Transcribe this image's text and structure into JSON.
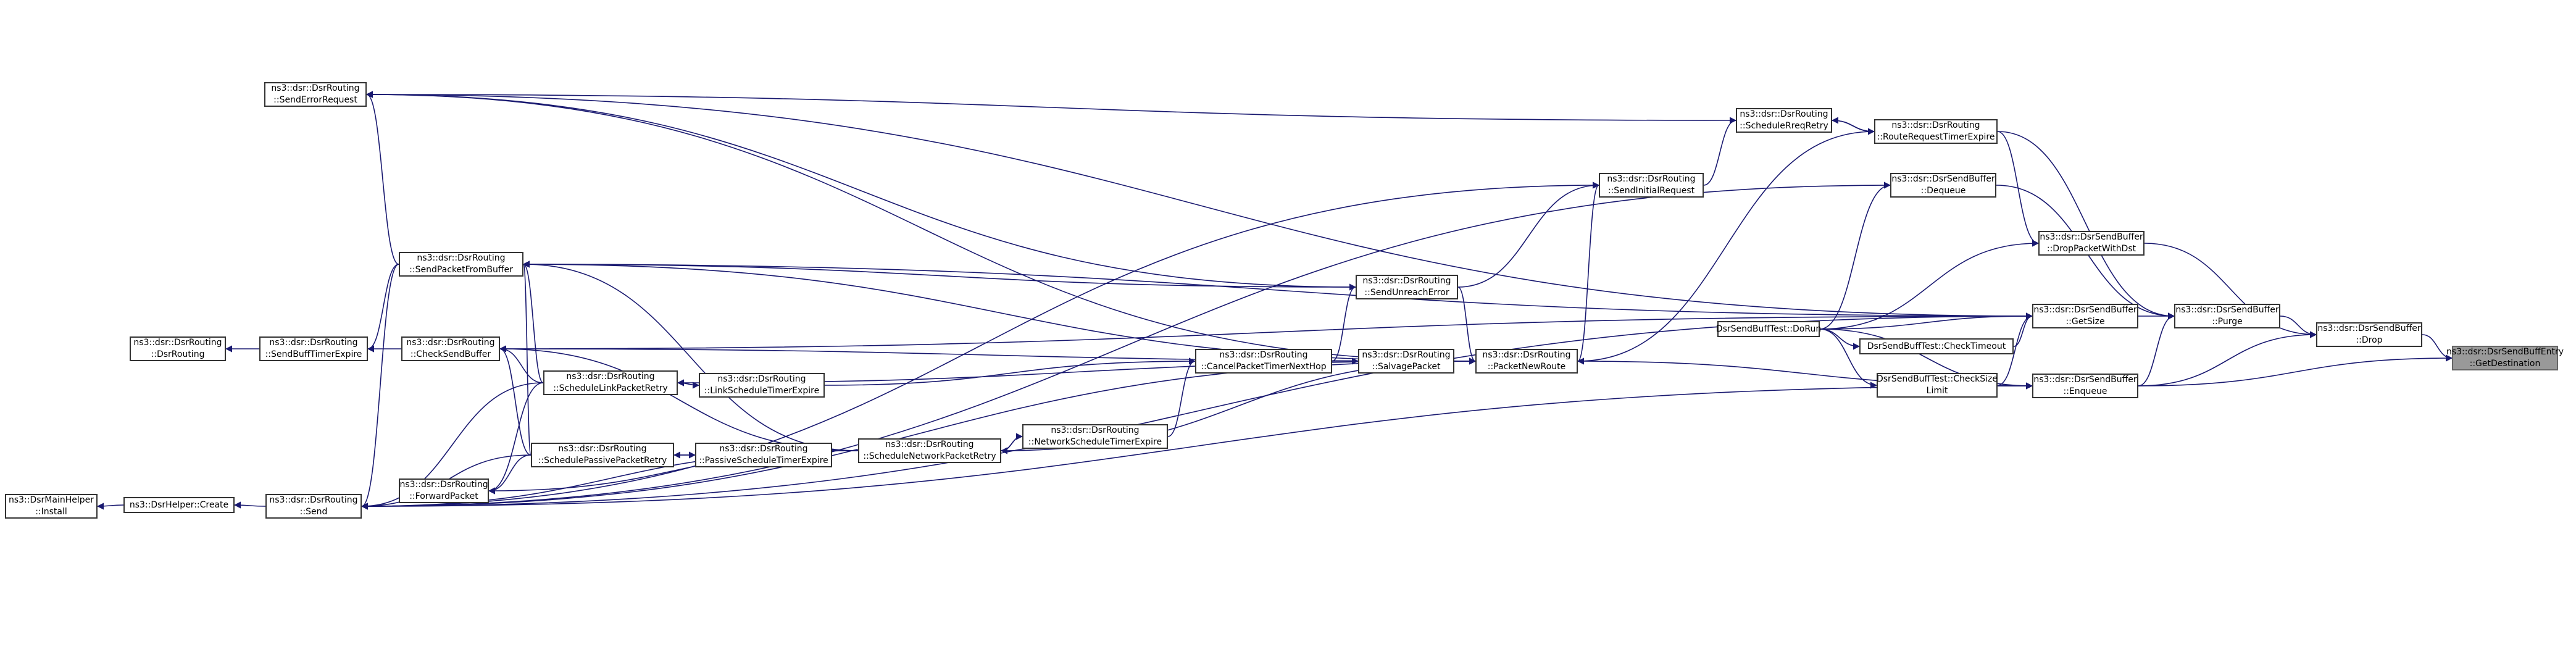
{
  "graph": {
    "title": "",
    "nodes": [
      {
        "id": "getdest",
        "lines": [
          "ns3::dsr::DsrSendBuffEntry",
          "::GetDestination"
        ],
        "highlight": true
      },
      {
        "id": "drop",
        "lines": [
          "ns3::dsr::DsrSendBuffer",
          "::Drop"
        ]
      },
      {
        "id": "purge",
        "lines": [
          "ns3::dsr::DsrSendBuffer",
          "::Purge"
        ]
      },
      {
        "id": "getsize",
        "lines": [
          "ns3::dsr::DsrSendBuffer",
          "::GetSize"
        ]
      },
      {
        "id": "droppkt",
        "lines": [
          "ns3::dsr::DsrSendBuffer",
          "::DropPacketWithDst"
        ]
      },
      {
        "id": "enqueue",
        "lines": [
          "ns3::dsr::DsrSendBuffer",
          "::Enqueue"
        ]
      },
      {
        "id": "dequeue",
        "lines": [
          "ns3::dsr::DsrSendBuffer",
          "::Dequeue"
        ]
      },
      {
        "id": "dorun",
        "lines": [
          "DsrSendBuffTest::DoRun"
        ]
      },
      {
        "id": "checktimeout",
        "lines": [
          "DsrSendBuffTest::CheckTimeout"
        ]
      },
      {
        "id": "checksize",
        "lines": [
          "DsrSendBuffTest::CheckSize",
          "Limit"
        ]
      },
      {
        "id": "routereq",
        "lines": [
          "ns3::dsr::DsrRouting",
          "::RouteRequestTimerExpire"
        ]
      },
      {
        "id": "schedreq",
        "lines": [
          "ns3::dsr::DsrRouting",
          "::ScheduleRreqRetry"
        ]
      },
      {
        "id": "sendinit",
        "lines": [
          "ns3::dsr::DsrRouting",
          "::SendInitialRequest"
        ]
      },
      {
        "id": "packetnew",
        "lines": [
          "ns3::dsr::DsrRouting",
          "::PacketNewRoute"
        ]
      },
      {
        "id": "sendunreach",
        "lines": [
          "ns3::dsr::DsrRouting",
          "::SendUnreachError"
        ]
      },
      {
        "id": "salvage",
        "lines": [
          "ns3::dsr::DsrRouting",
          "::SalvagePacket"
        ]
      },
      {
        "id": "cancelpkt",
        "lines": [
          "ns3::dsr::DsrRouting",
          "::CancelPacketTimerNextHop"
        ]
      },
      {
        "id": "netsched",
        "lines": [
          "ns3::dsr::DsrRouting",
          "::NetworkScheduleTimerExpire"
        ]
      },
      {
        "id": "schednet",
        "lines": [
          "ns3::dsr::DsrRouting",
          "::ScheduleNetworkPacketRetry"
        ]
      },
      {
        "id": "linksched",
        "lines": [
          "ns3::dsr::DsrRouting",
          "::LinkScheduleTimerExpire"
        ]
      },
      {
        "id": "passsched",
        "lines": [
          "ns3::dsr::DsrRouting",
          "::PassiveScheduleTimerExpire"
        ]
      },
      {
        "id": "schedlink",
        "lines": [
          "ns3::dsr::DsrRouting",
          "::ScheduleLinkPacketRetry"
        ]
      },
      {
        "id": "schedpass",
        "lines": [
          "ns3::dsr::DsrRouting",
          "::SchedulePassivePacketRetry"
        ]
      },
      {
        "id": "forward",
        "lines": [
          "ns3::dsr::DsrRouting",
          "::ForwardPacket"
        ]
      },
      {
        "id": "sendpkt",
        "lines": [
          "ns3::dsr::DsrRouting",
          "::SendPacketFromBuffer"
        ]
      },
      {
        "id": "checkbuf",
        "lines": [
          "ns3::dsr::DsrRouting",
          "::CheckSendBuffer"
        ]
      },
      {
        "id": "senderr",
        "lines": [
          "ns3::dsr::DsrRouting",
          "::SendErrorRequest"
        ]
      },
      {
        "id": "sendbuff",
        "lines": [
          "ns3::dsr::DsrRouting",
          "::SendBuffTimerExpire"
        ]
      },
      {
        "id": "dsrrouting",
        "lines": [
          "ns3::dsr::DsrRouting",
          "::DsrRouting"
        ]
      },
      {
        "id": "send",
        "lines": [
          "ns3::dsr::DsrRouting",
          "::Send"
        ]
      },
      {
        "id": "helpercreate",
        "lines": [
          "ns3::DsrHelper::Create"
        ]
      },
      {
        "id": "install",
        "lines": [
          "ns3::DsrMainHelper",
          "::Install"
        ]
      }
    ],
    "edges": [
      [
        "drop",
        "getdest"
      ],
      [
        "enqueue",
        "getdest"
      ],
      [
        "purge",
        "drop"
      ],
      [
        "droppkt",
        "drop"
      ],
      [
        "enqueue",
        "drop"
      ],
      [
        "getsize",
        "purge"
      ],
      [
        "enqueue",
        "purge"
      ],
      [
        "dequeue",
        "purge"
      ],
      [
        "routereq",
        "purge"
      ],
      [
        "dorun",
        "getsize"
      ],
      [
        "checktimeout",
        "getsize"
      ],
      [
        "checksize",
        "getsize"
      ],
      [
        "routereq",
        "droppkt"
      ],
      [
        "dorun",
        "droppkt"
      ],
      [
        "dorun",
        "dequeue"
      ],
      [
        "dorun",
        "checktimeout"
      ],
      [
        "dorun",
        "checksize"
      ],
      [
        "dorun",
        "enqueue"
      ],
      [
        "checksize",
        "enqueue"
      ],
      [
        "packetnew",
        "enqueue"
      ],
      [
        "send",
        "enqueue"
      ],
      [
        "schedreq",
        "routereq"
      ],
      [
        "routereq",
        "schedreq"
      ],
      [
        "sendinit",
        "schedreq"
      ],
      [
        "schedreq",
        "senderr"
      ],
      [
        "packetnew",
        "sendinit"
      ],
      [
        "sendunreach",
        "sendinit"
      ],
      [
        "send",
        "sendinit"
      ],
      [
        "routereq",
        "packetnew"
      ],
      [
        "packetnew",
        "schedlink"
      ],
      [
        "packetnew",
        "schednet"
      ],
      [
        "packetnew",
        "sendpkt"
      ],
      [
        "packetnew",
        "senderr"
      ],
      [
        "salvage",
        "packetnew"
      ],
      [
        "sendunreach",
        "packetnew"
      ],
      [
        "checkbuf",
        "packetnew"
      ],
      [
        "send",
        "packetnew"
      ],
      [
        "sendunreach",
        "senderr"
      ],
      [
        "sendunreach",
        "sendpkt"
      ],
      [
        "cancelpkt",
        "sendunreach"
      ],
      [
        "cancelpkt",
        "salvage"
      ],
      [
        "linksched",
        "cancelpkt"
      ],
      [
        "netsched",
        "cancelpkt"
      ],
      [
        "schednet",
        "netsched"
      ],
      [
        "netsched",
        "schednet"
      ],
      [
        "schedlink",
        "linksched"
      ],
      [
        "linksched",
        "schedlink"
      ],
      [
        "schedpass",
        "passsched"
      ],
      [
        "passsched",
        "schedpass"
      ],
      [
        "schednet",
        "sendpkt"
      ],
      [
        "schednet",
        "checkbuf"
      ],
      [
        "schednet",
        "send"
      ],
      [
        "schednet",
        "forward"
      ],
      [
        "schedlink",
        "sendpkt"
      ],
      [
        "schedlink",
        "checkbuf"
      ],
      [
        "schedlink",
        "send"
      ],
      [
        "schedlink",
        "forward"
      ],
      [
        "schedpass",
        "sendpkt"
      ],
      [
        "schedpass",
        "checkbuf"
      ],
      [
        "schedpass",
        "send"
      ],
      [
        "schedpass",
        "forward"
      ],
      [
        "getsize",
        "sendpkt"
      ],
      [
        "getsize",
        "checkbuf"
      ],
      [
        "getsize",
        "send"
      ],
      [
        "getsize",
        "senderr"
      ],
      [
        "dequeue",
        "send"
      ],
      [
        "sendpkt",
        "senderr"
      ],
      [
        "sendpkt",
        "sendbuff"
      ],
      [
        "checkbuf",
        "sendbuff"
      ],
      [
        "sendpkt",
        "send"
      ],
      [
        "sendbuff",
        "dsrrouting"
      ],
      [
        "send",
        "helpercreate"
      ],
      [
        "helpercreate",
        "install"
      ]
    ]
  }
}
